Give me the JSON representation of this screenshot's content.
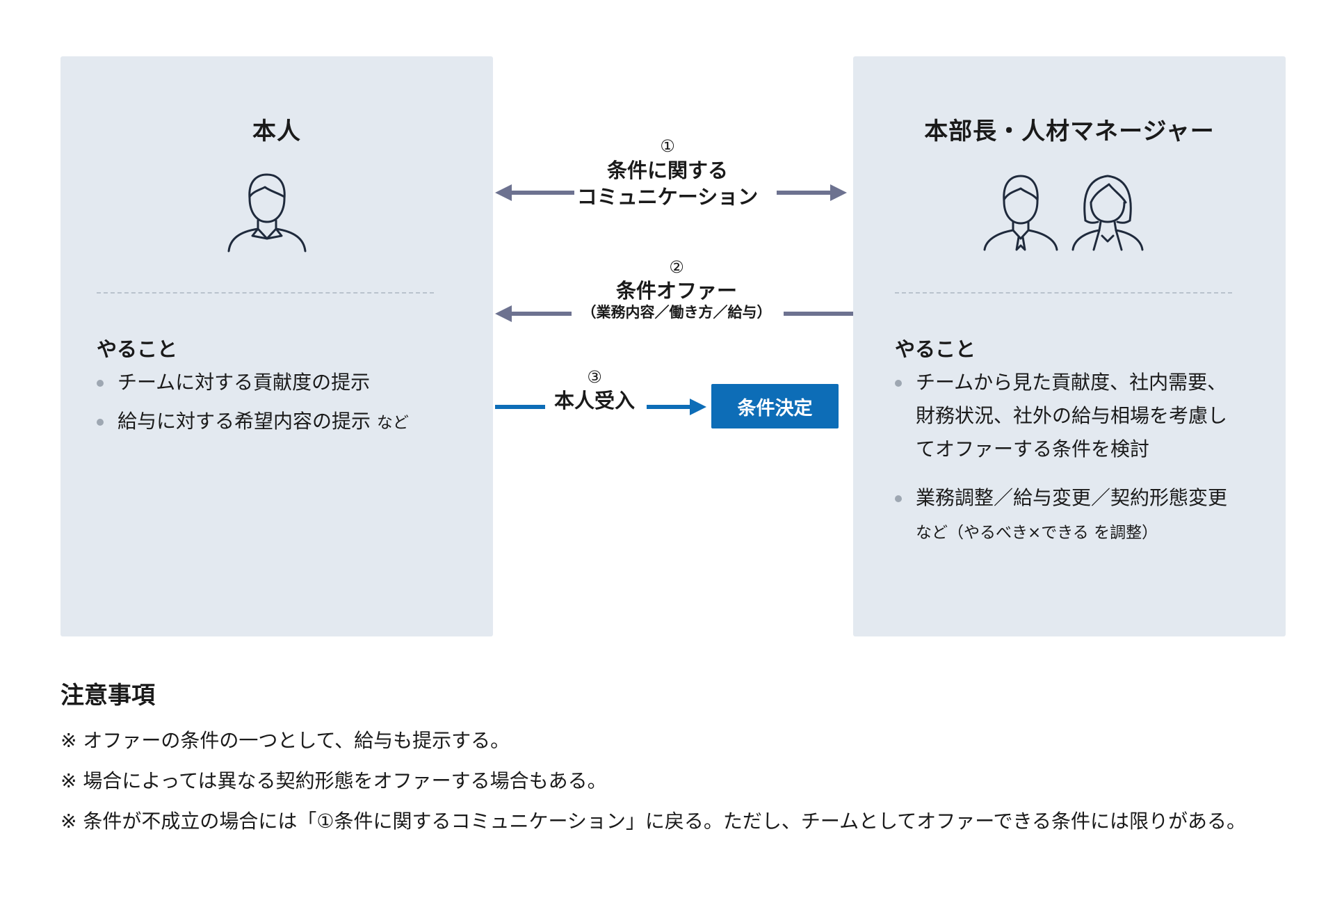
{
  "left_panel": {
    "title": "本人",
    "icon": "person-male-icon",
    "todo_heading": "やること",
    "items": [
      {
        "text": "チームに対する貢献度の提示",
        "suffix": ""
      },
      {
        "text": "給与に対する希望内容の提示",
        "suffix": "など"
      }
    ]
  },
  "right_panel": {
    "title": "本部長・人材マネージャー",
    "icons": [
      "person-male-tie-icon",
      "person-female-icon"
    ],
    "todo_heading": "やること",
    "items": [
      {
        "text": "チームから見た貢献度、社内需要、財務状況、社外の給与相場を考慮してオファーする条件を検討",
        "suffix": ""
      },
      {
        "text": "業務調整／給与変更／契約形態変更",
        "suffix": "など（やるべき×できる を調整）"
      }
    ]
  },
  "flows": [
    {
      "number": "①",
      "label_line1": "条件に関する",
      "label_line2": "コミュニケーション",
      "direction": "both"
    },
    {
      "number": "②",
      "label_line1": "条件オファー",
      "label_line2": "（業務内容／働き方／給与）",
      "direction": "to-left"
    },
    {
      "number": "③",
      "label_line1": "本人受入",
      "label_line2": "",
      "direction": "to-right"
    }
  ],
  "decision_box": "条件決定",
  "notes": {
    "title": "注意事項",
    "items": [
      "※ オファーの条件の一つとして、給与も提示する。",
      "※ 場合によっては異なる契約形態をオファーする場合もある。",
      "※ 条件が不成立の場合には「①条件に関するコミュニケーション」に戻る。ただし、チームとしてオファーできる条件には限りがある。"
    ]
  },
  "colors": {
    "panel_bg": "#e3e9f0",
    "arrow_gray": "#6d7290",
    "arrow_blue": "#0d6db7",
    "bullet": "#9ea7b2",
    "icon_stroke": "#1f2a3c"
  }
}
